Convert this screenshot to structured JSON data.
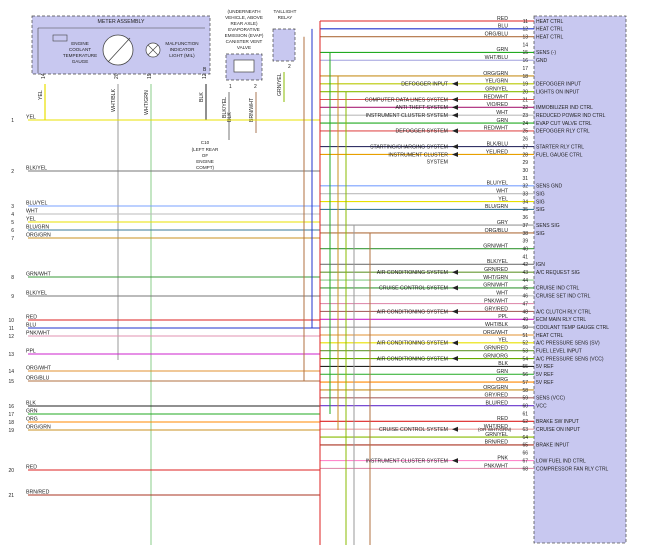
{
  "meter_assembly": {
    "title": "METER ASSEMBLY",
    "gauge_label": [
      "ENGINE",
      "COOLANT",
      "TEMPERATURE",
      "GAUGE"
    ],
    "mil_label": [
      "MALFUNCTION",
      "INDICATOR",
      "LIGHT (MIL)"
    ],
    "pins": [
      "14",
      "20",
      "19",
      "B",
      "12"
    ]
  },
  "evap": {
    "label": [
      "(UNDERNEATH",
      "VEHICLE, ABOVE",
      "REAR AXLE)",
      "EVAPORATIVE",
      "EMISSION (EVAP)",
      "CANISTER VENT",
      "VALVE"
    ],
    "pins": [
      "1",
      "2"
    ]
  },
  "taillight_relay": {
    "label": [
      "TAILLIGHT",
      "RELAY"
    ],
    "pin": "2"
  },
  "ground": {
    "label": [
      "C10",
      "(LEFT REAR",
      "OF",
      "ENGINE",
      "COMPT)"
    ]
  },
  "vertical_wire_labels": [
    "YEL",
    "WHT/BLK",
    "WHT/GRN",
    "BLK",
    "BLK",
    "BLK/YEL",
    "BRN/WHT",
    "GRN/YEL"
  ],
  "left_pins": [
    {
      "num": "1",
      "wire": "YEL",
      "color": "#e8e000"
    },
    {
      "num": "2",
      "wire": "BLK/YEL",
      "color": "#777777"
    },
    {
      "num": "3",
      "wire": "BLU/YEL",
      "color": "#7aa0ff"
    },
    {
      "num": "4",
      "wire": "WHT",
      "color": "#bbbbbb"
    },
    {
      "num": "5",
      "wire": "YEL",
      "color": "#e8e000"
    },
    {
      "num": "6",
      "wire": "BLU/GRN",
      "color": "#3a7a9a"
    },
    {
      "num": "7",
      "wire": "ORG/GRN",
      "color": "#c89020"
    },
    {
      "num": "8",
      "wire": "GRN/WHT",
      "color": "#3a9a3a"
    },
    {
      "num": "9",
      "wire": "BLK/YEL",
      "color": "#777777"
    },
    {
      "num": "10",
      "wire": "RED",
      "color": "#dd2222"
    },
    {
      "num": "11",
      "wire": "BLU",
      "color": "#2233cc"
    },
    {
      "num": "12",
      "wire": "PNK/WHT",
      "color": "#e090b0"
    },
    {
      "num": "13",
      "wire": "PPL",
      "color": "#cc22cc"
    },
    {
      "num": "14",
      "wire": "ORG/WHT",
      "color": "#e09030"
    },
    {
      "num": "15",
      "wire": "ORG/BLU",
      "color": "#b07040"
    },
    {
      "num": "16",
      "wire": "BLK",
      "color": "#222222"
    },
    {
      "num": "17",
      "wire": "GRN",
      "color": "#22aa22"
    },
    {
      "num": "18",
      "wire": "ORG",
      "color": "#ff8800"
    },
    {
      "num": "19",
      "wire": "ORG/GRN",
      "color": "#c89020"
    },
    {
      "num": "20",
      "wire": "RED",
      "color": "#dd2222"
    },
    {
      "num": "21",
      "wire": "BRN/RED",
      "color": "#aa3322"
    }
  ],
  "right_pins": [
    {
      "num": "11",
      "wire": "RED",
      "fn": "HEAT CTRL",
      "color": "#dd2222"
    },
    {
      "num": "12",
      "wire": "BLU",
      "fn": "HEAT CTRL",
      "color": "#2233cc"
    },
    {
      "num": "13",
      "wire": "ORG/BLU",
      "fn": "HEAT CTRL",
      "color": "#b07040"
    },
    {
      "num": "14",
      "wire": "",
      "fn": "",
      "color": ""
    },
    {
      "num": "15",
      "wire": "GRN",
      "fn": "SENS (-)",
      "color": "#22aa22"
    },
    {
      "num": "16",
      "wire": "WHT/BLU",
      "fn": "GND",
      "color": "#a0a0dd"
    },
    {
      "num": "17",
      "wire": "",
      "fn": "",
      "color": ""
    },
    {
      "num": "18",
      "wire": "ORG/GRN",
      "fn": "",
      "color": "#c89020"
    },
    {
      "num": "19",
      "wire": "YEL/GRN",
      "fn": "DEFOGGER INPUT",
      "color": "#b8c800"
    },
    {
      "num": "20",
      "wire": "GRN/YEL",
      "fn": "LIGHTS ON INPUT",
      "color": "#88bb00"
    },
    {
      "num": "21",
      "wire": "RED/WHT",
      "fn": "",
      "color": "#e05050"
    },
    {
      "num": "22",
      "wire": "VIO/RED",
      "fn": "IMMOBILIZER IND CTRL",
      "color": "#aa2277"
    },
    {
      "num": "23",
      "wire": "WHT",
      "fn": "REDUCED POWER IND CTRL",
      "color": "#bbbbbb"
    },
    {
      "num": "24",
      "wire": "GRN",
      "fn": "EVAP CUT VALVE CTRL",
      "color": "#22aa22"
    },
    {
      "num": "25",
      "wire": "RED/WHT",
      "fn": "DEFOGGER RLY CTRL",
      "color": "#e05050"
    },
    {
      "num": "26",
      "wire": "",
      "fn": "",
      "color": ""
    },
    {
      "num": "27",
      "wire": "BLK/BLU",
      "fn": "STARTER RLY CTRL",
      "color": "#333366"
    },
    {
      "num": "28",
      "wire": "YEL/RED",
      "fn": "FUEL GAUGE CTRL",
      "color": "#e8a000"
    },
    {
      "num": "29",
      "wire": "",
      "fn": "",
      "color": ""
    },
    {
      "num": "30",
      "wire": "",
      "fn": "",
      "color": ""
    },
    {
      "num": "31",
      "wire": "",
      "fn": "",
      "color": ""
    },
    {
      "num": "32",
      "wire": "BLU/YEL",
      "fn": "SENS GND",
      "color": "#7aa0ff"
    },
    {
      "num": "33",
      "wire": "WHT",
      "fn": "SIG",
      "color": "#bbbbbb"
    },
    {
      "num": "34",
      "wire": "YEL",
      "fn": "SIG",
      "color": "#e8e000"
    },
    {
      "num": "35",
      "wire": "BLU/GRN",
      "fn": "SIG",
      "color": "#3a7a9a"
    },
    {
      "num": "36",
      "wire": "",
      "fn": "",
      "color": ""
    },
    {
      "num": "37",
      "wire": "GRY",
      "fn": "SENS SIG",
      "color": "#999999"
    },
    {
      "num": "38",
      "wire": "ORG/BLU",
      "fn": "SIG",
      "color": "#b07040"
    },
    {
      "num": "39",
      "wire": "",
      "fn": "",
      "color": ""
    },
    {
      "num": "40",
      "wire": "GRN/WHT",
      "fn": "",
      "color": "#3a9a3a"
    },
    {
      "num": "41",
      "wire": "",
      "fn": "",
      "color": ""
    },
    {
      "num": "42",
      "wire": "BLK/YEL",
      "fn": "IGN",
      "color": "#777777"
    },
    {
      "num": "43",
      "wire": "GRN/RED",
      "fn": "A/C REQUEST SIG",
      "color": "#669933"
    },
    {
      "num": "44",
      "wire": "WHT/GRN",
      "fn": "",
      "color": "#88cc88"
    },
    {
      "num": "45",
      "wire": "GRN/WHT",
      "fn": "CRUISE IND CTRL",
      "color": "#3a9a3a"
    },
    {
      "num": "46",
      "wire": "WHT",
      "fn": "CRUISE SET IND CTRL",
      "color": "#bbbbbb"
    },
    {
      "num": "47",
      "wire": "PNK/WHT",
      "fn": "",
      "color": "#e090b0"
    },
    {
      "num": "48",
      "wire": "GRY/RED",
      "fn": "A/C CLUTCH RLY CTRL",
      "color": "#aa6666"
    },
    {
      "num": "49",
      "wire": "PPL",
      "fn": "ECM MAIN RLY CTRL",
      "color": "#cc22cc"
    },
    {
      "num": "50",
      "wire": "WHT/BLK",
      "fn": "COOLANT TEMP GAUGE CTRL",
      "color": "#999999"
    },
    {
      "num": "51",
      "wire": "ORG/WHT",
      "fn": "HEAT CTRL",
      "color": "#e09030"
    },
    {
      "num": "52",
      "wire": "YEL",
      "fn": "A/C PRESSURE SENS (SV)",
      "color": "#e8e000"
    },
    {
      "num": "53",
      "wire": "GRN/RED",
      "fn": "FUEL LEVEL INPUT",
      "color": "#669933"
    },
    {
      "num": "54",
      "wire": "GRN/ORG",
      "fn": "A/C PRESSURE SENS (VCC)",
      "color": "#66aa00"
    },
    {
      "num": "55",
      "wire": "BLK",
      "fn": "5V REF",
      "color": "#222222"
    },
    {
      "num": "56",
      "wire": "GRN",
      "fn": "5V REF",
      "color": "#22aa22"
    },
    {
      "num": "57",
      "wire": "ORG",
      "fn": "5V REF",
      "color": "#ff8800"
    },
    {
      "num": "58",
      "wire": "ORG/GRN",
      "fn": "",
      "color": "#c89020"
    },
    {
      "num": "59",
      "wire": "GRY/RED",
      "fn": "SENS (VCC)",
      "color": "#aa6666"
    },
    {
      "num": "60",
      "wire": "BLU/RED",
      "fn": "VCC",
      "color": "#6633cc"
    },
    {
      "num": "61",
      "wire": "",
      "fn": "",
      "color": ""
    },
    {
      "num": "62",
      "wire": "RED",
      "fn": "BRAKE SW INPUT",
      "color": "#dd2222"
    },
    {
      "num": "63",
      "wire": "WHT/RED",
      "fn": "CRUISE ON INPUT",
      "color": "#e8a0a0"
    },
    {
      "num": "64",
      "wire": "GRN/YEL",
      "fn": "",
      "color": "#88bb00"
    },
    {
      "num": "65",
      "wire": "BRN/RED",
      "fn": "BRAKE INPUT",
      "color": "#aa3322"
    },
    {
      "num": "66",
      "wire": "",
      "fn": "",
      "color": ""
    },
    {
      "num": "67",
      "wire": "PNK",
      "fn": "LOW FUEL IND CTRL",
      "color": "#ff88cc"
    },
    {
      "num": "68",
      "wire": "PNK/WHT",
      "fn": "COMPRESSOR FAN RLY CTRL",
      "color": "#e090b0"
    }
  ],
  "system_labels": [
    {
      "text": "DEFOGGER INPUT",
      "pin": "19"
    },
    {
      "text": "COMPUTER DATA LINES SYSTEM",
      "pin": "21"
    },
    {
      "text": "ANTI THEFT SYSTEM",
      "pin": "22"
    },
    {
      "text": "INSTRUMENT CLUSTER SYSTEM",
      "pin": "23"
    },
    {
      "text": "DEFOGGER SYSTEM",
      "pin": "25"
    },
    {
      "text": "STARTING/CHARGING SYSTEM",
      "pin": "27"
    },
    {
      "text": "INSTRUMENT CLUSTER",
      "pin": "28"
    },
    {
      "text": "SYSTEM",
      "pin": "28b"
    },
    {
      "text": "AIR CONDITIONING SYSTEM",
      "pin": "43"
    },
    {
      "text": "CRUISE CONTROL SYSTEM",
      "pin": "45"
    },
    {
      "text": "AIR CONDITIONING SYSTEM",
      "pin": "48"
    },
    {
      "text": "AIR CONDITIONING SYSTEM",
      "pin": "52"
    },
    {
      "text": "AIR CONDITIONING SYSTEM",
      "pin": "54"
    },
    {
      "text": "CRUISE CONTROL SYSTEM",
      "pin": "63"
    },
    {
      "text": "INSTRUMENT CLUSTER SYSTEM",
      "pin": "67"
    }
  ],
  "pin63_alt": "(OR WHT/GRN)"
}
